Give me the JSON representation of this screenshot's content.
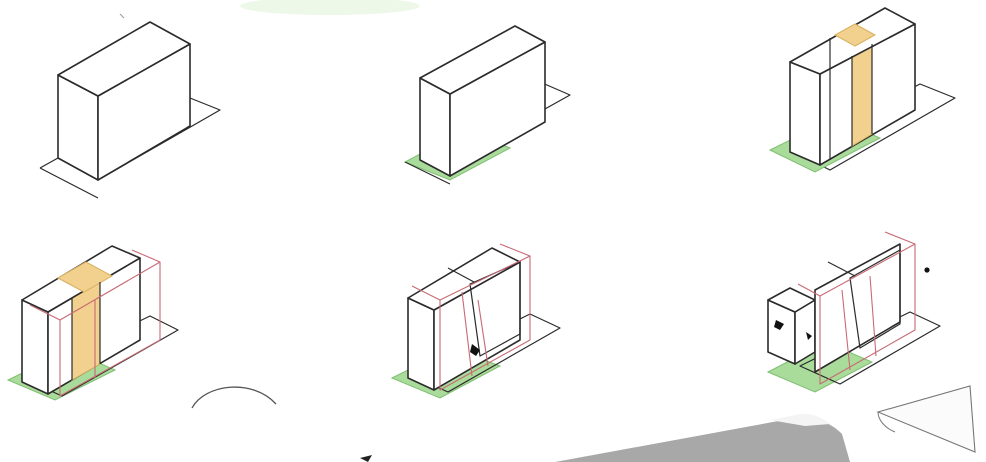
{
  "colors": {
    "ink": "#2b2b2b",
    "red_outline": "#c86a74",
    "green_ground": "#a9db9a",
    "green_edge": "#7fbf72",
    "orange_strip": "#f2d08e",
    "orange_edge": "#d9b060",
    "background": "#ffffff",
    "fragment_grey": "#9a9a9a"
  },
  "panels": [
    {
      "name": "step-1",
      "has_green_ground": false,
      "has_orange_strip": false,
      "has_red_outline": false
    },
    {
      "name": "step-2",
      "has_green_ground": true,
      "has_orange_strip": false,
      "has_red_outline": false
    },
    {
      "name": "step-3",
      "has_green_ground": true,
      "has_orange_strip": true,
      "has_red_outline": false
    },
    {
      "name": "step-4",
      "has_green_ground": true,
      "has_orange_strip": true,
      "has_red_outline": true
    },
    {
      "name": "step-5",
      "has_green_ground": true,
      "has_orange_strip": false,
      "has_red_outline": true
    },
    {
      "name": "step-6",
      "has_green_ground": true,
      "has_orange_strip": false,
      "has_red_outline": true
    }
  ],
  "icons": {
    "top_fragment": "light-green-smudge",
    "bottom_left": "circle-arc-icon",
    "bottom_center": "grey-wedge-icon",
    "bottom_right": "cone-outline-icon"
  }
}
